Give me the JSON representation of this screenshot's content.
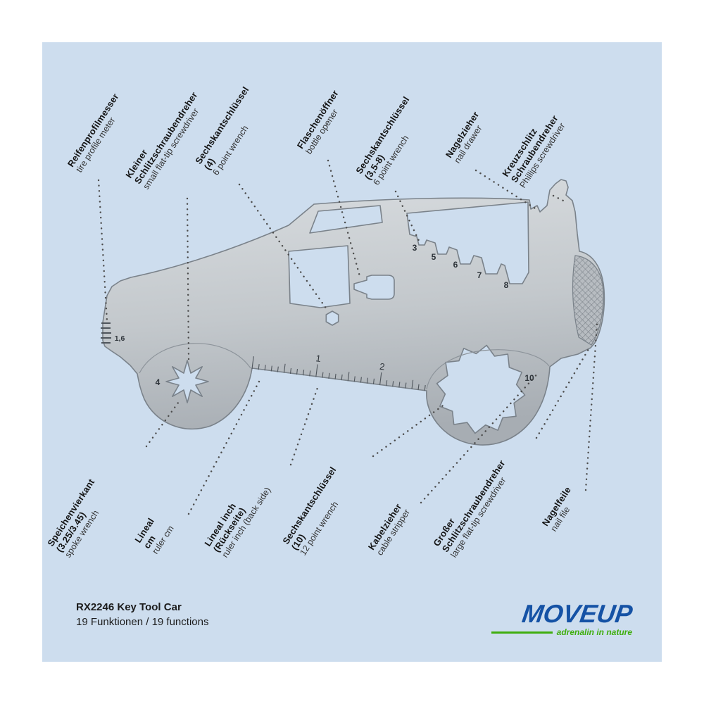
{
  "tool": {
    "name": "key-tool-car",
    "markings": {
      "tread_depth": "1,6",
      "spoke": "4",
      "hex_3": "3",
      "hex_5": "5",
      "hex_6": "6",
      "hex_7": "7",
      "hex_8": "8",
      "ruler_1": "1",
      "ruler_2": "2",
      "gear_10": "10"
    }
  },
  "labels": {
    "top": [
      {
        "de": "Reifenprofilmesser",
        "en": "tire profile meter"
      },
      {
        "de": "Kleiner\nSchlitzschraubendreher",
        "en": "small flat-tip screwdriver"
      },
      {
        "de": "Sechskantschlüssel (4)",
        "en": "6 point wrench"
      },
      {
        "de": "Flaschenöffner",
        "en": "bottle opener"
      },
      {
        "de": "Sechskantschlüssel (3,5-8)",
        "en": "6 point wrench"
      },
      {
        "de": "Nagelzieher",
        "en": "nail drawer"
      },
      {
        "de": "Kreuzschlitz\nSchraubendreher",
        "en": "Phillips screwdriver"
      }
    ],
    "bottom": [
      {
        "de": "Speichenvierkant (3.25/3.45)",
        "en": "spoke wrench"
      },
      {
        "de": "Lineal cm",
        "en": "ruler cm"
      },
      {
        "de": "Lineal inch (Rückseite)",
        "en": "ruler inch (back side)"
      },
      {
        "de": "Sechskantschlüssel (10)",
        "en": "12 point wrench"
      },
      {
        "de": "Kabelzieher",
        "en": "cable stripper"
      },
      {
        "de": "Großer Schlitzschraubendreher",
        "en": "large flat-tip screwdriver"
      },
      {
        "de": "Nagelfeile",
        "en": "nail file"
      }
    ]
  },
  "footer": {
    "product": "RX2246 Key Tool Car",
    "functions": "19 Funktionen / 19 functions"
  },
  "logo": {
    "move": "MOVE",
    "up": "UP",
    "tagline": "adrenalin in nature",
    "brand_blue": "#1552a5",
    "brand_green": "#3fae0e"
  },
  "colors": {
    "panel": "#cdddee",
    "metal_light": "#d9dde0",
    "metal_dark": "#a7adb3",
    "outline": "#7a828a",
    "label_text": "#141414",
    "leader_dots": "#4c4c4c"
  }
}
